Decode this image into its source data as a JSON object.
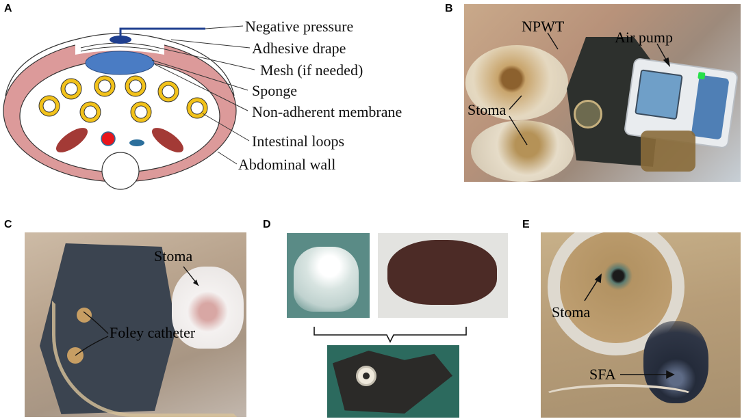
{
  "panels": {
    "a": {
      "letter": "A",
      "labels": {
        "negative_pressure": "Negative pressure",
        "adhesive_drape": "Adhesive drape",
        "mesh": "Mesh (if needed)",
        "sponge": "Sponge",
        "membrane": "Non-adherent membrane",
        "intestinal_loops": "Intestinal loops",
        "abdominal_wall": "Abdominal wall"
      }
    },
    "b": {
      "letter": "B",
      "labels": {
        "npwt": "NPWT",
        "air_pump": "Air pump",
        "stoma": "Stoma"
      }
    },
    "c": {
      "letter": "C",
      "labels": {
        "stoma": "Stoma",
        "foley": "Foley catheter"
      }
    },
    "d": {
      "letter": "D"
    },
    "e": {
      "letter": "E",
      "labels": {
        "stoma": "Stoma",
        "sfa": "SFA"
      }
    }
  },
  "colors": {
    "abdominal_wall": "#dc9a9a",
    "sponge": "#4a7cc4",
    "loop_ring": "#f2c21a",
    "vessel_dark": "#a33a36",
    "red_vessel": "#e8151b",
    "blue_vessel": "#2c6f9c",
    "tube": "#1f3f8f"
  }
}
